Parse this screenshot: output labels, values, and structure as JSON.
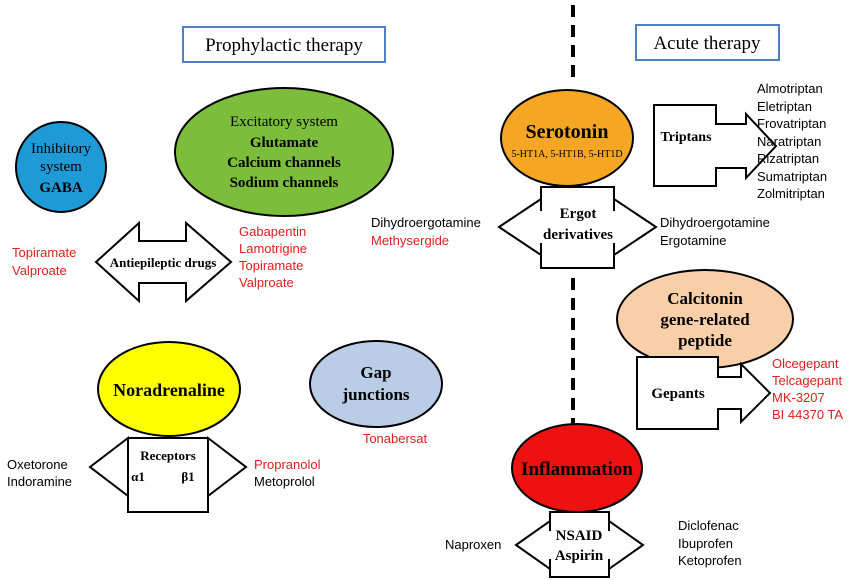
{
  "headers": {
    "prophylactic": "Prophylactic therapy",
    "acute": "Acute therapy"
  },
  "colors": {
    "black": "#000000",
    "red": "#e01e1e",
    "header_border": "#4f7fc0",
    "gaba_fill": "#1e9bd7",
    "excitatory_fill": "#7dbd3c",
    "noradrenaline_fill": "#ffff00",
    "gap_fill": "#b9cde6",
    "serotonin_fill": "#f5a623",
    "cgrp_fill": "#f8cfa8",
    "inflammation_fill": "#ee1111"
  },
  "inhibitory": {
    "line1": "Inhibitory",
    "line2": "system",
    "line3": "GABA"
  },
  "excitatory": {
    "line1": "Excitatory system",
    "line2": "Glutamate",
    "line3": "Calcium channels",
    "line4": "Sodium channels"
  },
  "antiepileptic": {
    "label": "Antiepileptic drugs",
    "left_drugs": [
      "Topiramate",
      "Valproate"
    ],
    "right_drugs": [
      "Gabapentin",
      "Lamotrigine",
      "Topiramate",
      "Valproate"
    ]
  },
  "noradrenaline": {
    "label": "Noradrenaline"
  },
  "receptors": {
    "label": "Receptors",
    "alpha": "α1",
    "beta": "β1",
    "left_drugs": [
      "Oxetorone",
      "Indoramine"
    ],
    "right_drugs_red": [
      "Propranolol"
    ],
    "right_drugs_black": [
      "Metoprolol"
    ]
  },
  "gap_junctions": {
    "line1": "Gap",
    "line2": "junctions",
    "drug": "Tonabersat"
  },
  "serotonin": {
    "label": "Serotonin",
    "receptors": "5-HT1A, 5-HT1B, 5-HT1D"
  },
  "triptans": {
    "label": "Triptans",
    "drugs": [
      "Almotriptan",
      "Eletriptan",
      "Frovatriptan",
      "Naratriptan",
      "Rizatriptan",
      "Sumatriptan",
      "Zolmitriptan"
    ]
  },
  "ergot": {
    "line1": "Ergot",
    "line2": "derivatives",
    "left_black": "Dihydroergotamine",
    "left_red": "Methysergide",
    "right_drugs": [
      "Dihydroergotamine",
      "Ergotamine"
    ]
  },
  "cgrp": {
    "line1": "Calcitonin",
    "line2": "gene-related",
    "line3": "peptide"
  },
  "gepants": {
    "label": "Gepants",
    "drugs": [
      "Olcegepant",
      "Telcagepant",
      "MK-3207",
      "BI 44370 TA"
    ]
  },
  "inflammation": {
    "label": "Inflammation"
  },
  "nsaid": {
    "line1": "NSAID",
    "line2": "Aspirin",
    "left_drugs": [
      "Naproxen"
    ],
    "right_drugs": [
      "Diclofenac",
      "Ibuprofen",
      "Ketoprofen"
    ]
  }
}
